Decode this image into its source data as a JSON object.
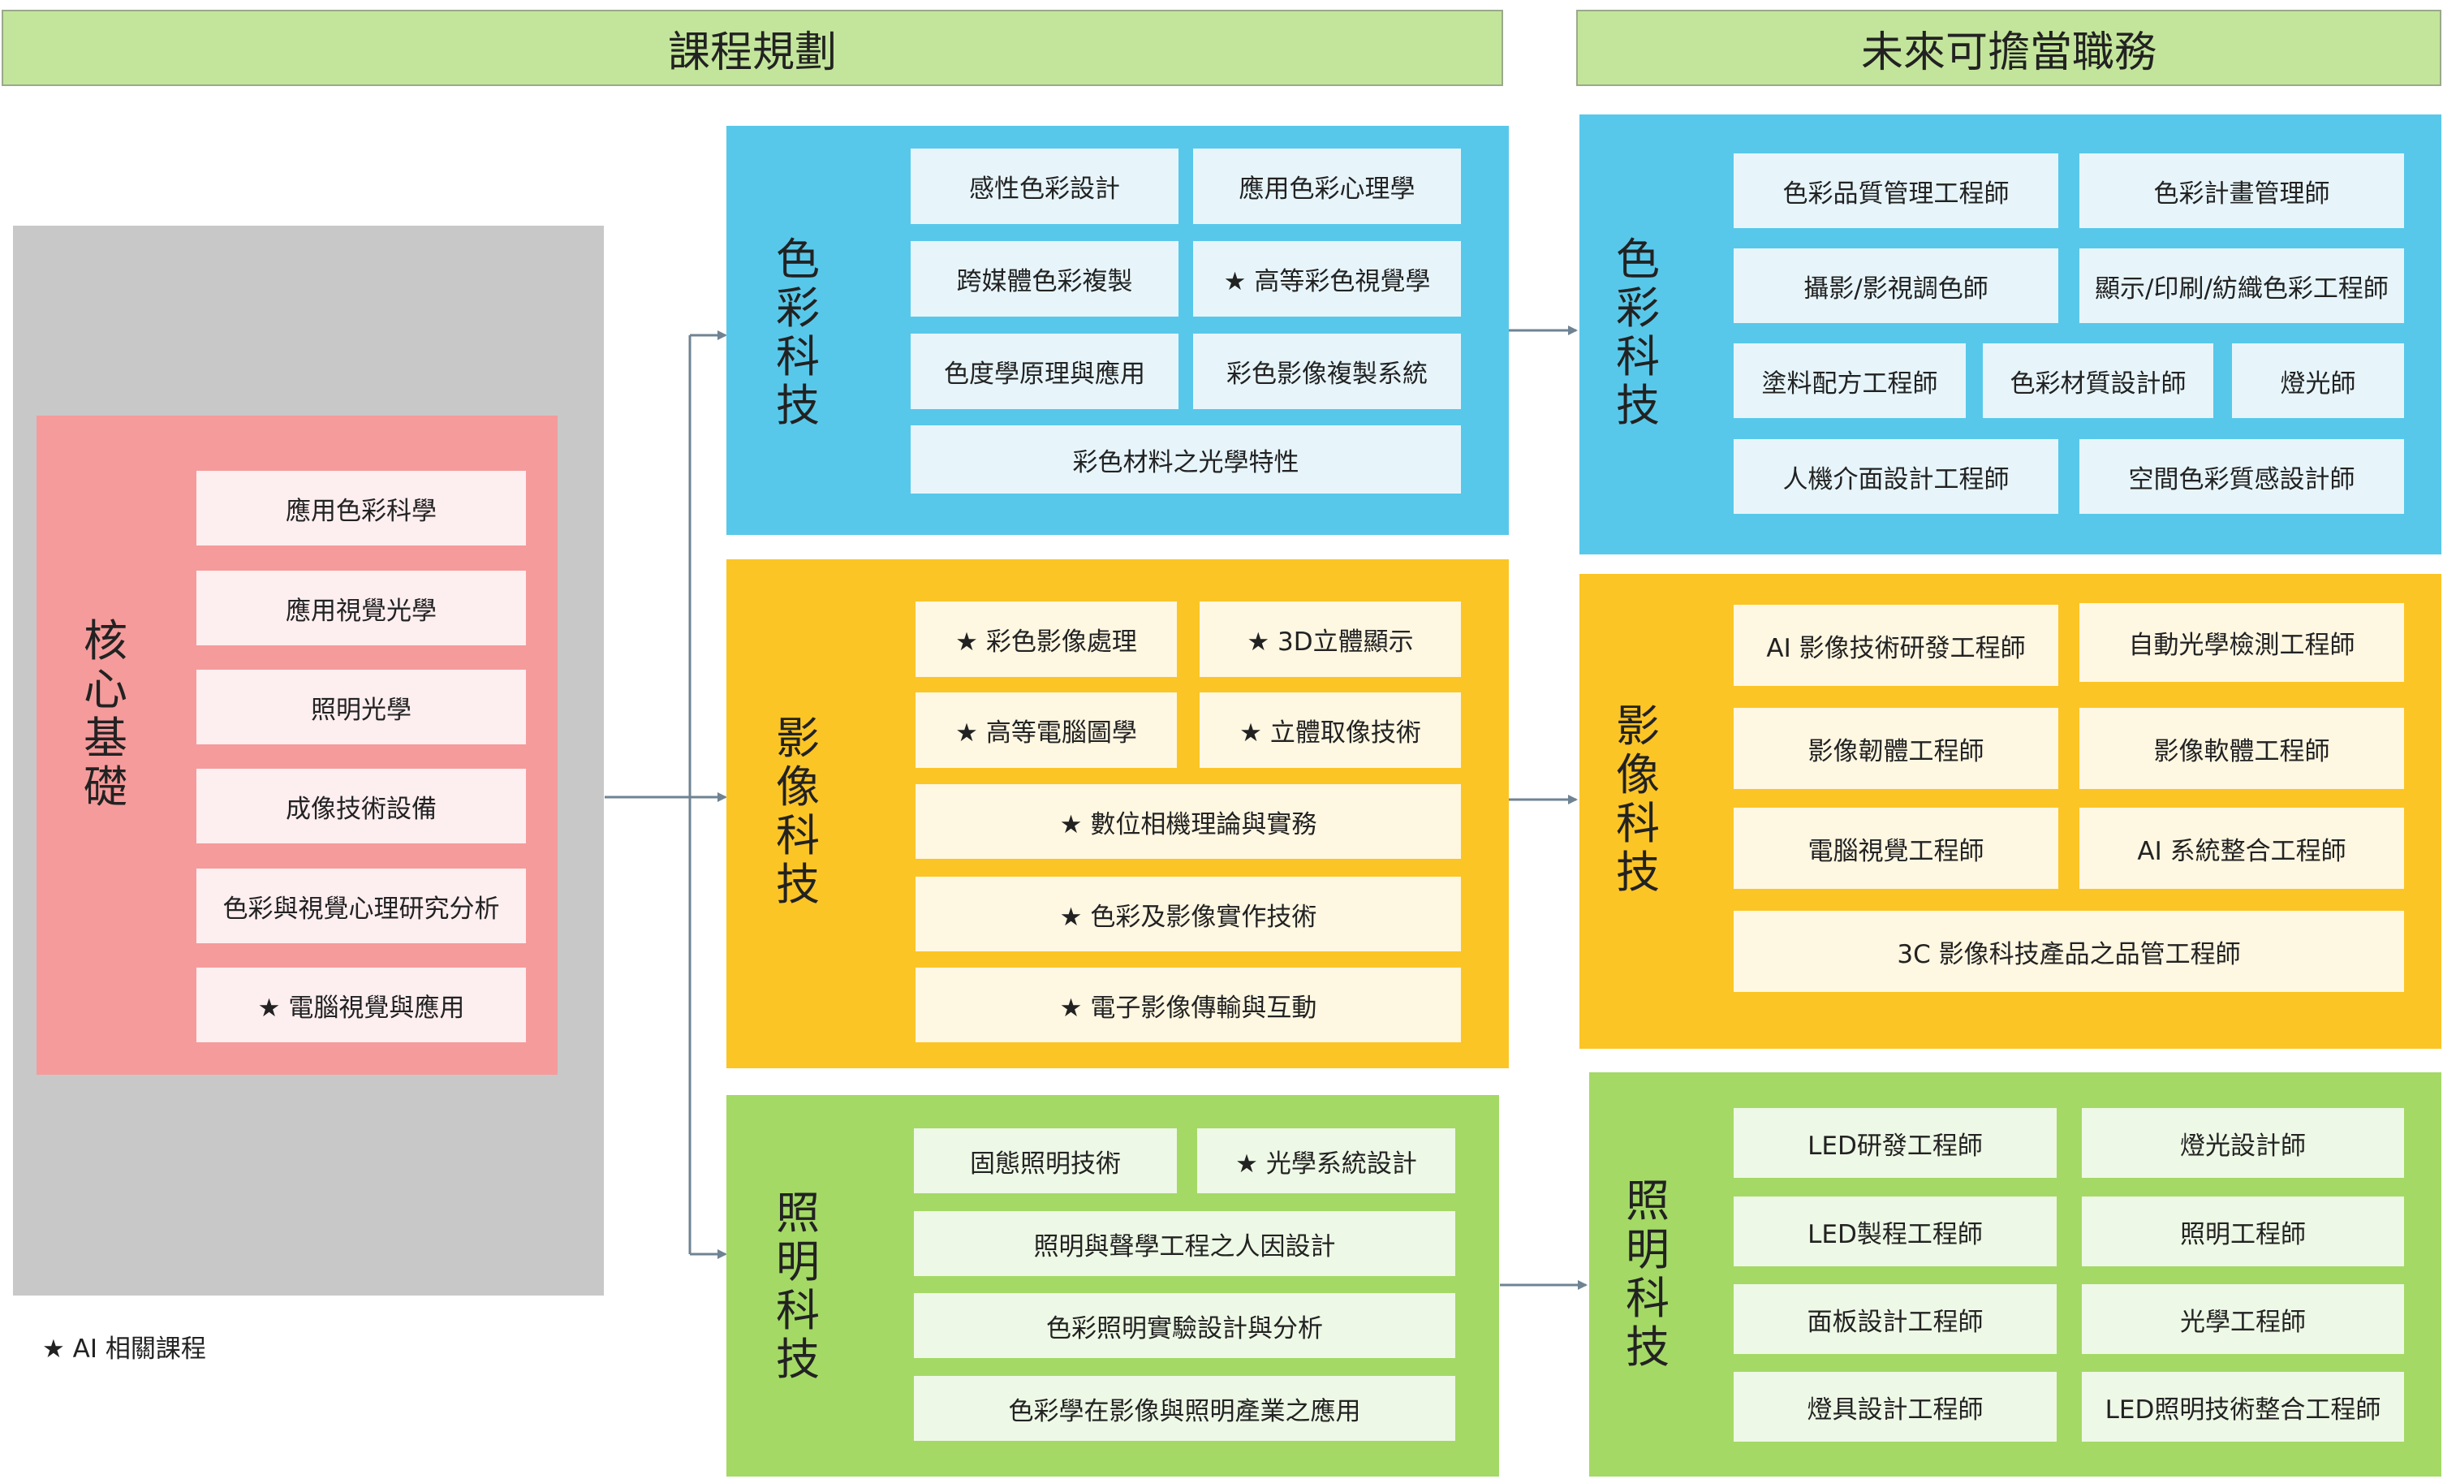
{
  "headers": {
    "curriculum": "課程規劃",
    "careers": "未來可擔當職務"
  },
  "core": {
    "title": [
      "核",
      "心",
      "基",
      "礎"
    ],
    "courses": [
      "應用色彩科學",
      "應用視覺光學",
      "照明光學",
      "成像技術設備",
      "色彩與視覺心理研究分析",
      "★ 電腦視覺與應用"
    ]
  },
  "color_tech": {
    "title": [
      "色",
      "彩",
      "科",
      "技"
    ],
    "courses": [
      "感性色彩設計",
      "應用色彩心理學",
      "跨媒體色彩複製",
      "★ 高等彩色視覺學",
      "色度學原理與應用",
      "彩色影像複製系統",
      "彩色材料之光學特性"
    ],
    "careers": [
      "色彩品質管理工程師",
      "色彩計畫管理師",
      "攝影/影視調色師",
      "顯示/印刷/紡織色彩工程師",
      "塗料配方工程師",
      "色彩材質設計師",
      "燈光師",
      "人機介面設計工程師",
      "空間色彩質感設計師"
    ],
    "colors": {
      "panel": "#58c8ea",
      "box": "#e7f5fb"
    }
  },
  "imaging_tech": {
    "title": [
      "影",
      "像",
      "科",
      "技"
    ],
    "courses": [
      "★ 彩色影像處理",
      "★ 3D立體顯示",
      "★ 高等電腦圖學",
      "★ 立體取像技術",
      "★ 數位相機理論與實務",
      "★ 色彩及影像實作技術",
      "★ 電子影像傳輸與互動"
    ],
    "careers": [
      "AI 影像技術研發工程師",
      "自動光學檢測工程師",
      "影像韌體工程師",
      "影像軟體工程師",
      "電腦視覺工程師",
      "AI 系統整合工程師",
      "3C 影像科技產品之品管工程師"
    ],
    "colors": {
      "panel": "#fcc526",
      "box": "#fef7e2"
    }
  },
  "lighting_tech": {
    "title": [
      "照",
      "明",
      "科",
      "技"
    ],
    "courses": [
      "固態照明技術",
      "★ 光學系統設計",
      "照明與聲學工程之人因設計",
      "色彩照明實驗設計與分析",
      "色彩學在影像與照明產業之應用"
    ],
    "careers": [
      "LED研發工程師",
      "燈光設計師",
      "LED製程工程師",
      "照明工程師",
      "面板設計工程師",
      "光學工程師",
      "燈具設計工程師",
      "LED照明技術整合工程師"
    ],
    "colors": {
      "panel": "#a4d966",
      "box": "#eef8e6"
    }
  },
  "legend": "★ AI 相關課程"
}
